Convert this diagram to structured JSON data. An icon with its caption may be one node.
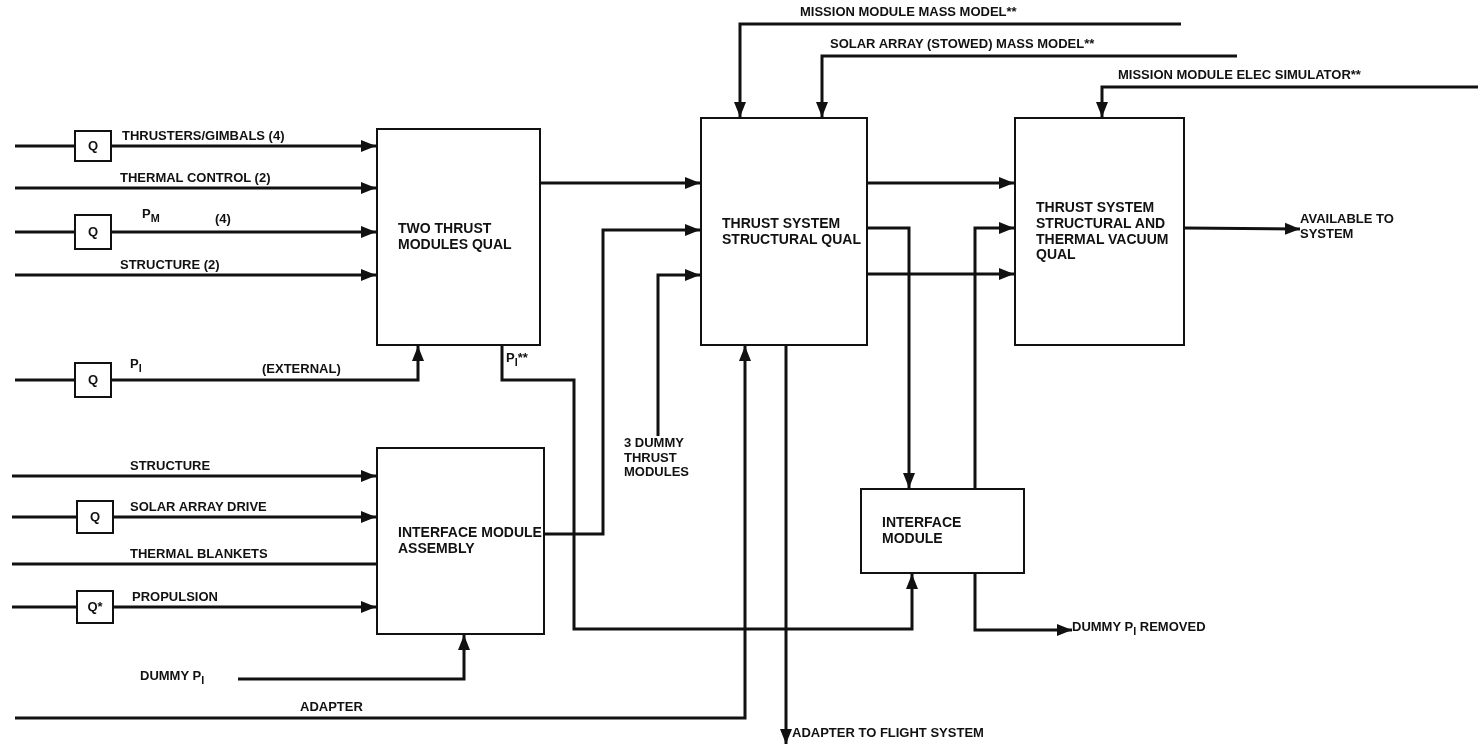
{
  "diagram": {
    "nodes": [
      {
        "text": [
          "Q"
        ]
      },
      {
        "text": [
          "Q"
        ]
      },
      {
        "text": [
          "Q"
        ]
      },
      {
        "text": [
          "TWO THRUST MODULES QUAL"
        ]
      },
      {
        "text": [
          "THRUST SYSTEM STRUCTURAL QUAL"
        ]
      },
      {
        "text": [
          "THRUST SYSTEM STRUCTURAL AND THERMAL VACUUM QUAL"
        ]
      },
      {
        "text": [
          "AVAILABLE TO SYSTEM"
        ]
      },
      {
        "text": [
          "3 DUMMY THRUST MODULES"
        ]
      },
      {
        "text": [
          "Q"
        ]
      },
      {
        "text": [
          "Q*"
        ]
      },
      {
        "text": [
          "INTERFACE MODULE ASSEMBLY"
        ]
      },
      {
        "text": [
          "INTERFACE MODULE"
        ]
      },
      {
        "text": [
          "DUMMY P$_{I}$"
        ]
      },
      {
        "text": [
          "DUMMY P$_{I}$ REMOVED"
        ]
      },
      {
        "text": [
          "ADAPTER TO FLIGHT SYSTEM"
        ]
      }
    ],
    "edges": [
      {
        "from": null,
        "to": 0,
        "arrow": "none"
      },
      {
        "from": 0,
        "to": 3,
        "arrow": "to",
        "label": "THRUSTERS/GIMBALS (4)"
      },
      {
        "from": null,
        "to": 3,
        "arrow": "to",
        "label": "THERMAL CONTROL (2)"
      },
      {
        "from": null,
        "to": 1,
        "arrow": "none"
      },
      {
        "from": 1,
        "to": 3,
        "arrow": "to",
        "label": "P$_{M}$"
      },
      {
        "from": null,
        "to": 3,
        "arrow": "to",
        "label": "STRUCTURE (2)"
      },
      {
        "from": null,
        "to": 2,
        "arrow": "none"
      },
      {
        "from": 2,
        "to": 3,
        "arrow": "to",
        "label": "P$_{I}$"
      },
      {
        "from": 3,
        "to": 4,
        "arrow": "to"
      },
      {
        "from": 3,
        "to": 11,
        "arrow": "to",
        "label": "P$_{I}$**"
      },
      {
        "from": 10,
        "to": 4,
        "arrow": "to"
      },
      {
        "from": 7,
        "to": 4,
        "arrow": "to"
      },
      {
        "from": null,
        "to": 4,
        "arrow": "to",
        "label": "MISSION MODULE MASS MODEL**"
      },
      {
        "from": null,
        "to": 4,
        "arrow": "to",
        "label": "SOLAR ARRAY (STOWED) MASS MODEL**"
      },
      {
        "from": null,
        "to": 5,
        "arrow": "to",
        "label": "MISSION MODULE ELEC SIMULATOR**"
      },
      {
        "from": 4,
        "to": 5,
        "arrow": "to"
      },
      {
        "from": 4,
        "to": 11,
        "arrow": "to"
      },
      {
        "from": 4,
        "to": 5,
        "arrow": "to"
      },
      {
        "from": 11,
        "to": 5,
        "arrow": "to"
      },
      {
        "from": 5,
        "to": 6,
        "arrow": "to"
      },
      {
        "from": 11,
        "to": 13,
        "arrow": "to"
      },
      {
        "from": 4,
        "to": 14,
        "arrow": "to"
      },
      {
        "from": null,
        "to": 4,
        "arrow": "to",
        "label": "ADAPTER"
      },
      {
        "from": 12,
        "to": 10,
        "arrow": "to"
      },
      {
        "from": null,
        "to": 10,
        "arrow": "to",
        "label": "STRUCTURE"
      },
      {
        "from": null,
        "to": 8,
        "arrow": "none"
      },
      {
        "from": 8,
        "to": 10,
        "arrow": "to",
        "label": "SOLAR ARRAY DRIVE"
      },
      {
        "from": null,
        "to": 10,
        "arrow": "none",
        "label": "THERMAL BLANKETS"
      },
      {
        "from": null,
        "to": 9,
        "arrow": "none"
      },
      {
        "from": 9,
        "to": 10,
        "arrow": "to",
        "label": "PROPULSION"
      }
    ],
    "labels": [
      "(4)",
      "(EXTERNAL)"
    ]
  }
}
